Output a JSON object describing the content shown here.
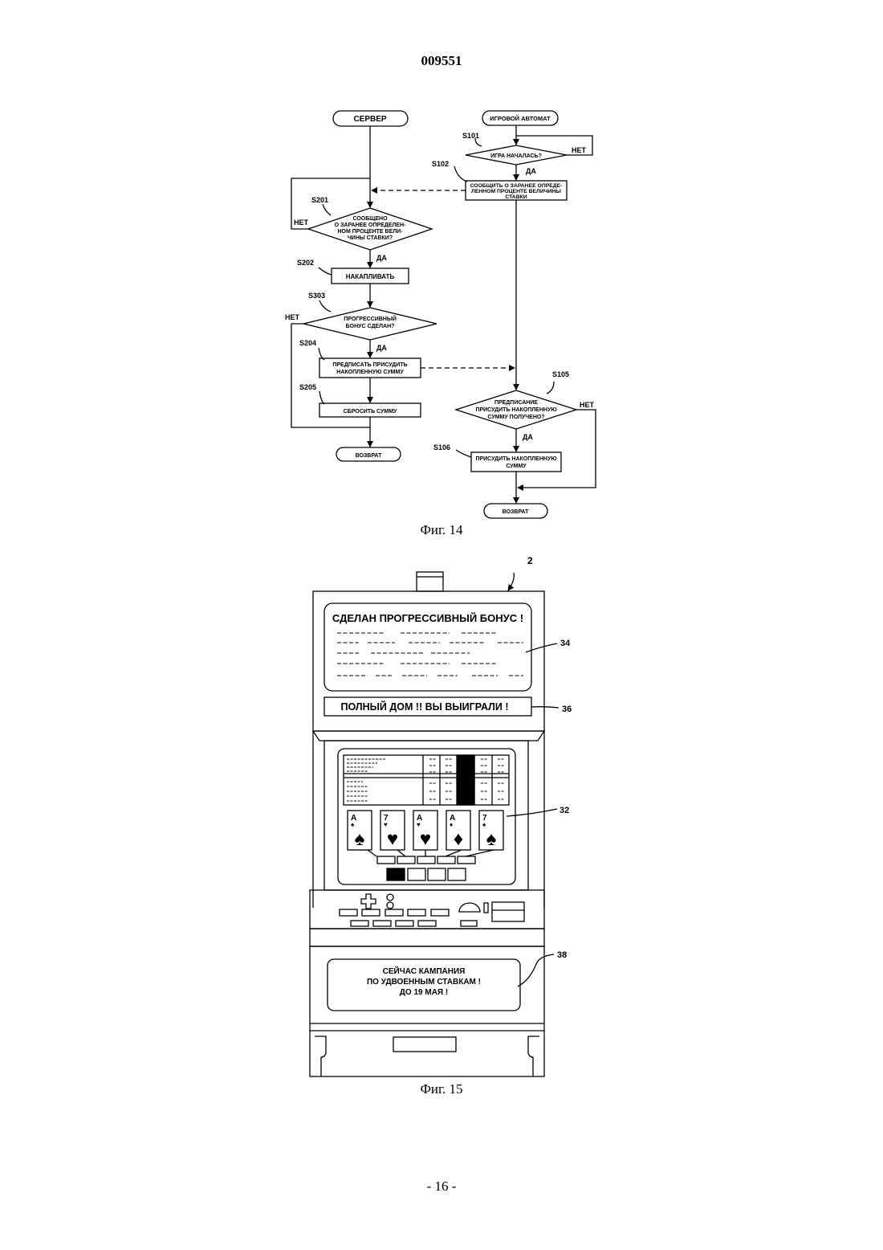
{
  "header": {
    "doc_number": "009551"
  },
  "fig14": {
    "caption": "Фиг. 14",
    "server": "СЕРВЕР",
    "machine": "ИГРОВОЙ АВТОМАТ",
    "s101": {
      "ref": "S101",
      "text": "ИГРА НАЧАЛАСЬ?",
      "no": "НЕТ",
      "yes": "ДА"
    },
    "s102": {
      "ref": "S102",
      "lines": [
        "СООБЩИТЬ О ЗАРАНЕЕ ОПРЕДЕ-",
        "ЛЕННОМ ПРОЦЕНТЕ ВЕЛИЧИНЫ",
        "СТАВКИ"
      ]
    },
    "s201": {
      "ref": "S201",
      "lines": [
        "СООБЩЕНО",
        "О ЗАРАНЕЕ ОПРЕДЕЛЕН-",
        "НОМ ПРОЦЕНТЕ ВЕЛИ-",
        "ЧИНЫ СТАВКИ?"
      ],
      "no": "НЕТ",
      "yes": "ДА"
    },
    "s202": {
      "ref": "S202",
      "text": "НАКАПЛИВАТЬ"
    },
    "s303": {
      "ref": "S303",
      "lines": [
        "ПРОГРЕССИВНЫЙ",
        "БОНУС СДЕЛАН?"
      ],
      "no": "НЕТ",
      "yes": "ДА"
    },
    "s204": {
      "ref": "S204",
      "lines": [
        "ПРЕДПИСАТЬ ПРИСУДИТЬ",
        "НАКОПЛЕННУЮ СУММУ"
      ]
    },
    "s205": {
      "ref": "S205",
      "text": "СБРОСИТЬ СУММУ"
    },
    "return_left": "ВОЗВРАТ",
    "s105": {
      "ref": "S105",
      "lines": [
        "ПРЕДПИСАНИЕ",
        "ПРИСУДИТЬ НАКОПЛЕННУЮ",
        "СУММУ ПОЛУЧЕНО?"
      ],
      "no": "НЕТ",
      "yes": "ДА"
    },
    "s106": {
      "ref": "S106",
      "lines": [
        "ПРИСУДИТЬ НАКОПЛЕННУЮ",
        "СУММУ"
      ]
    },
    "return_right": "ВОЗВРАТ"
  },
  "fig15": {
    "caption": "Фиг. 15",
    "ref_machine": "2",
    "ref_top_display": "34",
    "ref_sub_display": "36",
    "ref_game_display": "32",
    "ref_bottom_display": "38",
    "top_display_title": "СДЕЛАН ПРОГРЕССИВНЫЙ БОНУС !",
    "sub_display_text": "ПОЛНЫЙ ДОМ !!  ВЫ ВЫИГРАЛИ !",
    "bottom_display_lines": [
      "СЕЙЧАС КАМПАНИЯ",
      "ПО УДВОЕННЫМ СТАВКАМ !",
      "ДО 19 МАЯ !"
    ],
    "cards": [
      {
        "rank": "A",
        "suit": "spade"
      },
      {
        "rank": "7",
        "suit": "heart"
      },
      {
        "rank": "A",
        "suit": "heart"
      },
      {
        "rank": "A",
        "suit": "diamond"
      },
      {
        "rank": "7",
        "suit": "spade"
      }
    ]
  },
  "footer": {
    "page": "- 16 -"
  }
}
